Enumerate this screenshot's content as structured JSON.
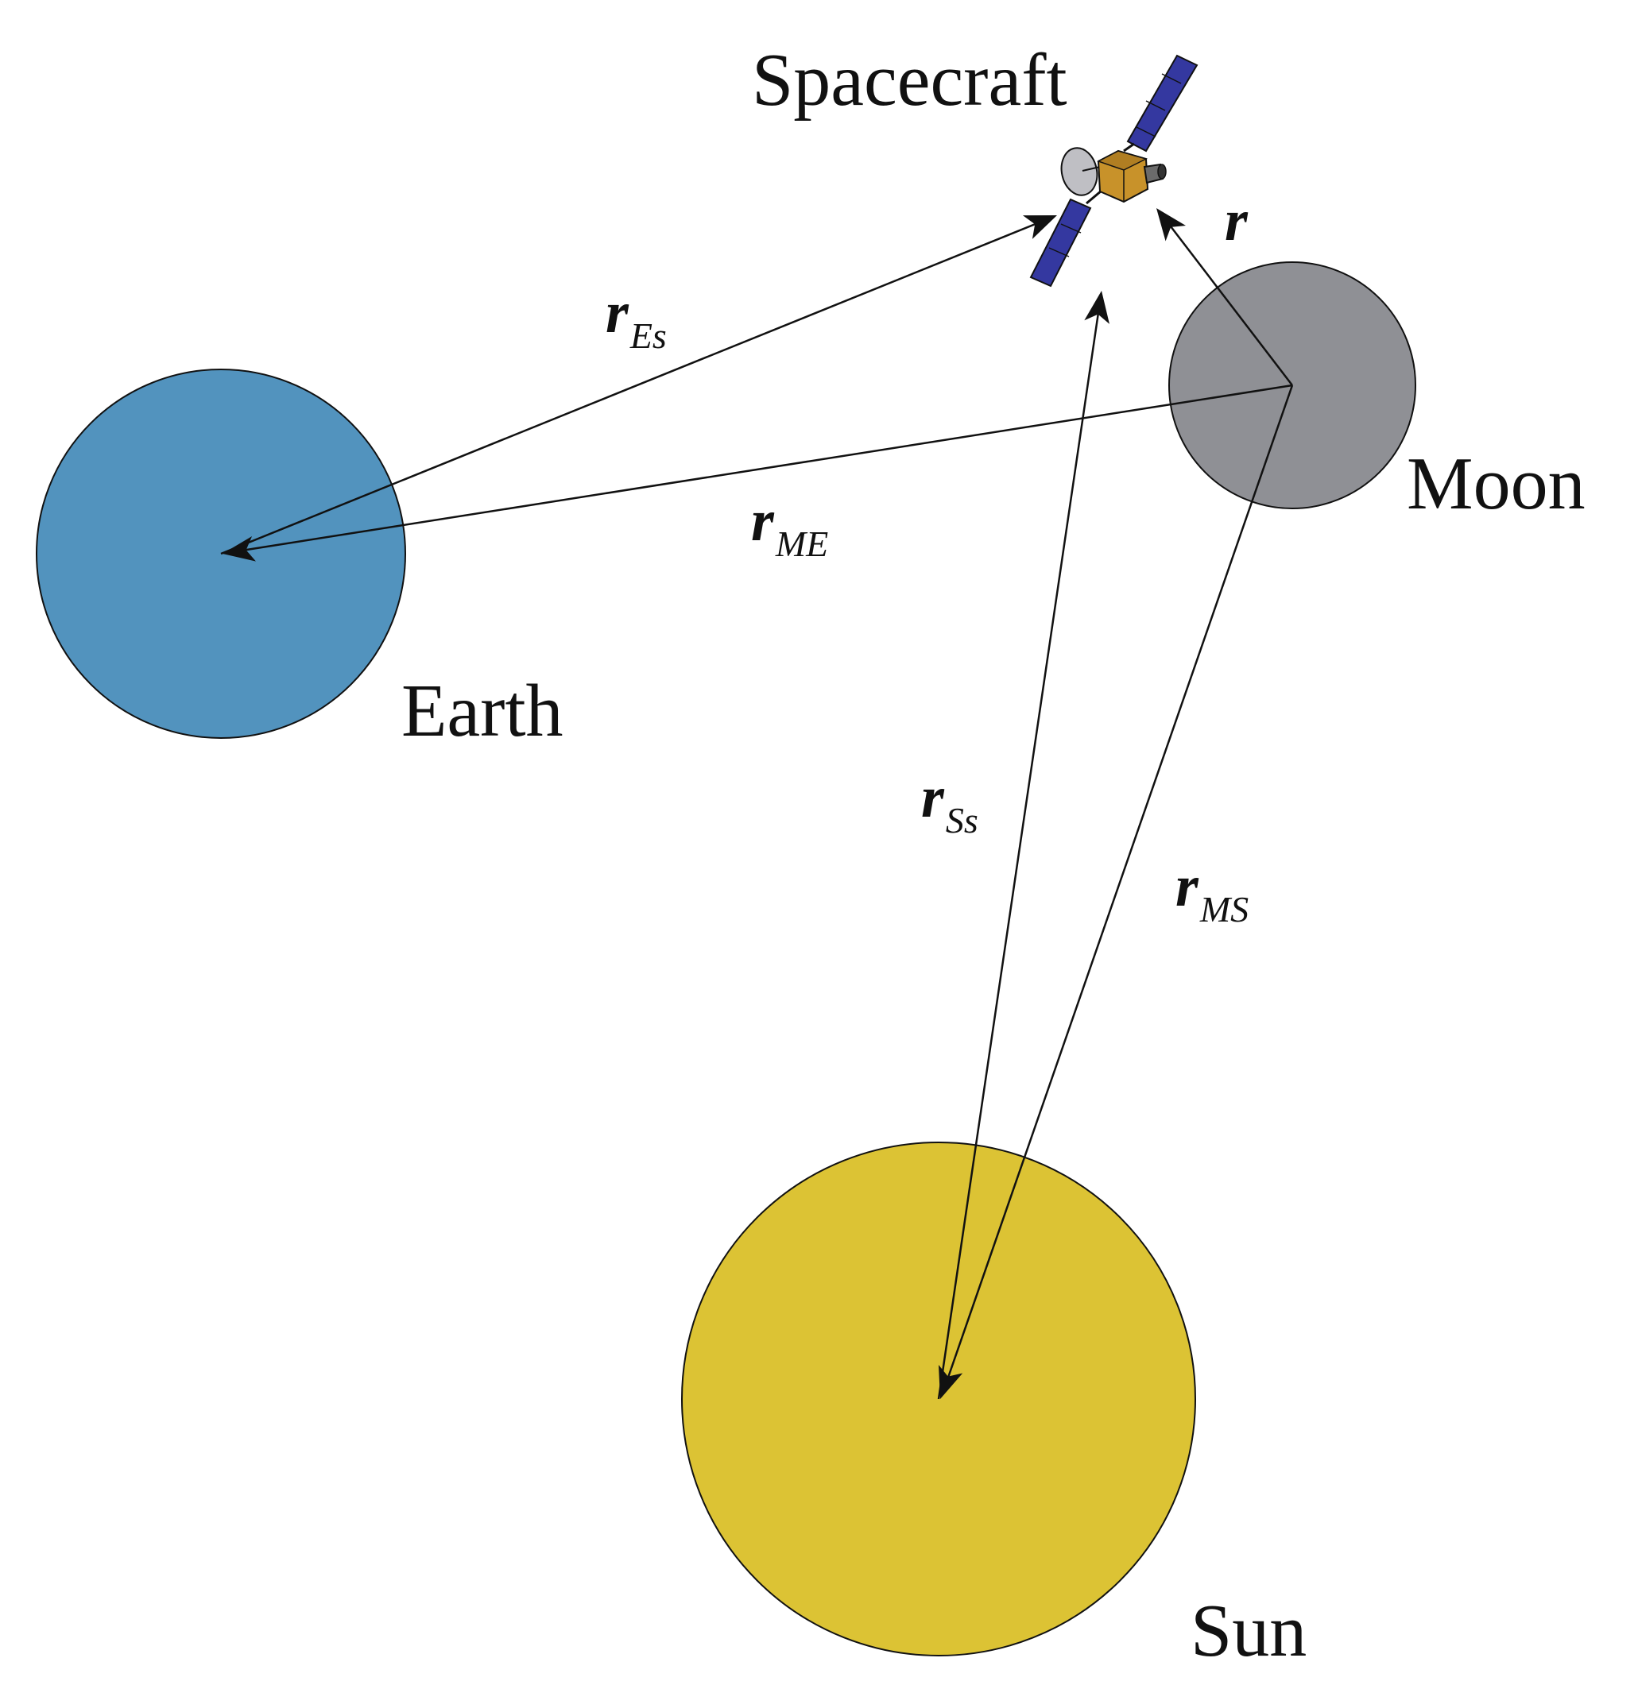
{
  "bodies": {
    "earth": {
      "label": "Earth",
      "color": "#5293BE"
    },
    "moon": {
      "label": "Moon",
      "color": "#8F9095"
    },
    "sun": {
      "label": "Sun",
      "color": "#DCC334"
    },
    "spacecraft": {
      "label": "Spacecraft"
    }
  },
  "vectors": {
    "r": {
      "main": "r",
      "sub": ""
    },
    "r_Es": {
      "main": "r",
      "sub": "Es"
    },
    "r_ME": {
      "main": "r",
      "sub": "ME"
    },
    "r_Ss": {
      "main": "r",
      "sub": "Ss"
    },
    "r_MS": {
      "main": "r",
      "sub": "MS"
    }
  },
  "colors": {
    "solar_panel": "#3438A0",
    "spacecraft_bus": "#C8922A",
    "antenna": "#BFBFC4",
    "outline": "#111111"
  }
}
